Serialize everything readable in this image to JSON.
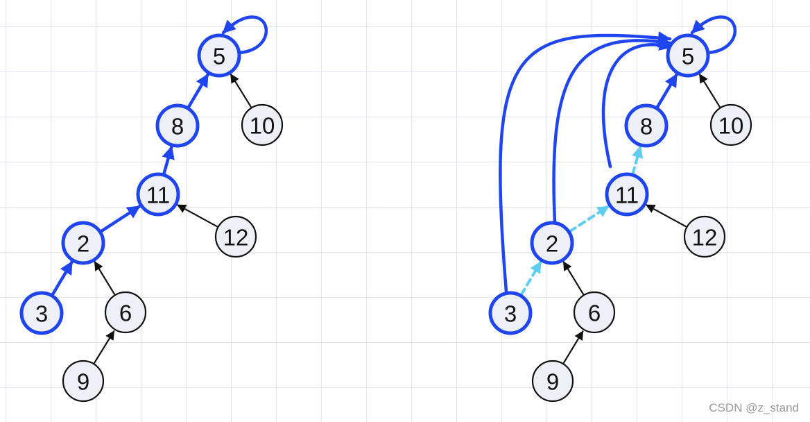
{
  "colors": {
    "path_edge": "#1f45f0",
    "old_edge_dashed": "#5ecdf2",
    "normal_edge": "#111111",
    "node_fill": "#eef0f8",
    "highlight_stroke": "#1f45f0",
    "normal_stroke": "#111111"
  },
  "trees": [
    {
      "id": "before",
      "nodes": [
        {
          "label": "5",
          "highlight": true
        },
        {
          "label": "10",
          "highlight": false
        },
        {
          "label": "8",
          "highlight": true
        },
        {
          "label": "11",
          "highlight": true
        },
        {
          "label": "12",
          "highlight": false
        },
        {
          "label": "2",
          "highlight": true
        },
        {
          "label": "3",
          "highlight": true
        },
        {
          "label": "6",
          "highlight": false
        },
        {
          "label": "9",
          "highlight": false
        }
      ],
      "edges": [
        {
          "from": "5",
          "to": "5",
          "style": "path"
        },
        {
          "from": "10",
          "to": "5",
          "style": "normal"
        },
        {
          "from": "8",
          "to": "5",
          "style": "path"
        },
        {
          "from": "11",
          "to": "8",
          "style": "path"
        },
        {
          "from": "12",
          "to": "11",
          "style": "normal"
        },
        {
          "from": "2",
          "to": "11",
          "style": "path"
        },
        {
          "from": "3",
          "to": "2",
          "style": "path"
        },
        {
          "from": "6",
          "to": "2",
          "style": "normal"
        },
        {
          "from": "9",
          "to": "6",
          "style": "normal"
        }
      ]
    },
    {
      "id": "after",
      "nodes": [
        {
          "label": "5",
          "highlight": true
        },
        {
          "label": "10",
          "highlight": false
        },
        {
          "label": "8",
          "highlight": true
        },
        {
          "label": "11",
          "highlight": true
        },
        {
          "label": "12",
          "highlight": false
        },
        {
          "label": "2",
          "highlight": true
        },
        {
          "label": "3",
          "highlight": true
        },
        {
          "label": "6",
          "highlight": false
        },
        {
          "label": "9",
          "highlight": false
        }
      ],
      "edges": [
        {
          "from": "5",
          "to": "5",
          "style": "path"
        },
        {
          "from": "10",
          "to": "5",
          "style": "normal"
        },
        {
          "from": "8",
          "to": "5",
          "style": "path"
        },
        {
          "from": "11",
          "to": "5",
          "style": "path"
        },
        {
          "from": "2",
          "to": "5",
          "style": "path"
        },
        {
          "from": "3",
          "to": "5",
          "style": "path"
        },
        {
          "from": "11",
          "to": "8",
          "style": "dashed"
        },
        {
          "from": "2",
          "to": "11",
          "style": "dashed"
        },
        {
          "from": "3",
          "to": "2",
          "style": "dashed"
        },
        {
          "from": "12",
          "to": "11",
          "style": "normal"
        },
        {
          "from": "6",
          "to": "2",
          "style": "normal"
        },
        {
          "from": "9",
          "to": "6",
          "style": "normal"
        }
      ]
    }
  ],
  "watermark": "CSDN @z_stand"
}
